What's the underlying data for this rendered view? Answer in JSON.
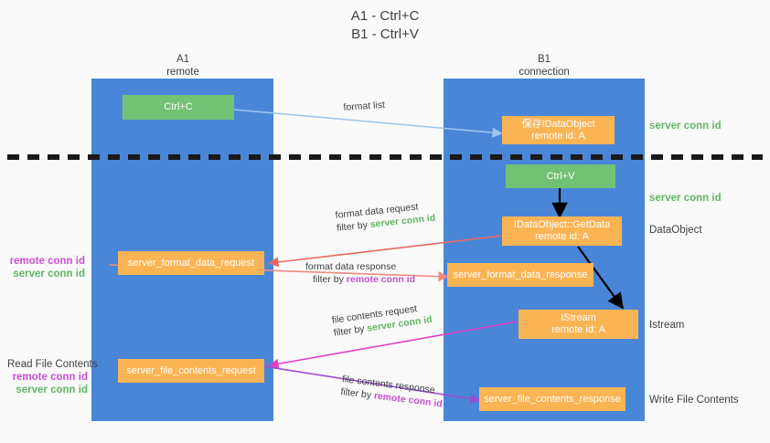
{
  "title": {
    "line1": "A1 - Ctrl+C",
    "line2": "B1 - Ctrl+V"
  },
  "lanes": [
    {
      "id": "a1",
      "name": "A1",
      "sub": "remote",
      "color": "#4a86d8"
    },
    {
      "id": "b1",
      "name": "B1",
      "sub": "connection",
      "color": "#4a86d8"
    }
  ],
  "colors": {
    "lane": "#4a86d8",
    "green_box": "#72c275",
    "orange_box": "#fbb454",
    "green_text": "#5fb662",
    "magenta_text": "#c74fd4",
    "blue_arrow": "#9fc5f0",
    "red_arrow": "#e8695f",
    "salmon_arrow": "#f08a80",
    "magenta_arrow": "#e040c8",
    "purple_arrow": "#9b4fd4",
    "black_arrow": "#000000",
    "divider": "#1a1a1a",
    "background": "#fafafa"
  },
  "nodes": {
    "ctrl_c": {
      "label": "Ctrl+C",
      "kind": "green"
    },
    "ctrl_v": {
      "label": "Ctrl+V",
      "kind": "green"
    },
    "save_idataobject": {
      "line1": "保存IDataObject",
      "line2": "remote id: A",
      "kind": "orange"
    },
    "get_data": {
      "line1": "IDataObject::GetData",
      "line2": "remote id: A",
      "kind": "orange"
    },
    "istream": {
      "line1": "IStream",
      "line2": "remote id: A",
      "kind": "orange"
    },
    "server_format_data_request": {
      "label": "server_format_data_request",
      "kind": "orange"
    },
    "server_format_data_response": {
      "label": "server_format_data_response",
      "kind": "orange"
    },
    "server_file_contents_request": {
      "label": "server_file_contents_request",
      "kind": "orange"
    },
    "server_file_contents_response": {
      "label": "server_file_contents_response",
      "kind": "orange"
    }
  },
  "edges": [
    {
      "id": "format_list",
      "label": "format list",
      "filter_prefix": "",
      "filter_term": "",
      "color": "#9fc5f0",
      "direction": "a1-to-b1"
    },
    {
      "id": "format_data_request",
      "label": "format data request",
      "filter_prefix": "filter by ",
      "filter_term": "server conn id",
      "filter_term_color": "green",
      "color": "#e8695f",
      "direction": "b1-to-a1"
    },
    {
      "id": "format_data_response",
      "label": "format data response",
      "filter_prefix": "filter by ",
      "filter_term": "remote conn id",
      "filter_term_color": "magenta",
      "color": "#f08a80",
      "direction": "a1-to-b1"
    },
    {
      "id": "file_contents_request",
      "label": "file contents request",
      "filter_prefix": "filter by ",
      "filter_term": "server conn id",
      "filter_term_color": "green",
      "color": "#e040c8",
      "direction": "b1-to-a1"
    },
    {
      "id": "file_contents_response",
      "label": "file contents response",
      "filter_prefix": "filter by ",
      "filter_term": "remote conn id",
      "filter_term_color": "magenta",
      "color": "#9b4fd4",
      "direction": "a1-to-b1"
    }
  ],
  "right_labels": [
    {
      "id": "server_conn_id_1",
      "text": "server conn id",
      "style": "green"
    },
    {
      "id": "server_conn_id_2",
      "text": "server conn id",
      "style": "green"
    },
    {
      "id": "dataobject",
      "text": "DataObject",
      "style": "plain"
    },
    {
      "id": "istream",
      "text": "Istream",
      "style": "plain"
    },
    {
      "id": "write_file_contents",
      "text": "Write File Contents",
      "style": "plain"
    }
  ],
  "left_labels": {
    "conn_ids_mid": {
      "remote": "remote conn id",
      "server": "server conn id"
    },
    "read_file_contents": {
      "heading": "Read File Contents",
      "remote": "remote conn id",
      "server": "server conn id"
    }
  }
}
